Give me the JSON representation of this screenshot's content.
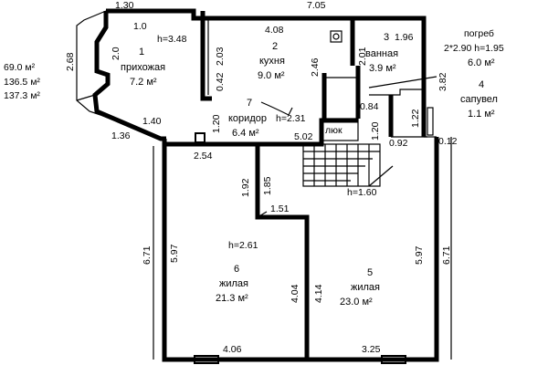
{
  "totals": [
    "69.0 м²",
    "136.5 м²",
    "137.3 м²"
  ],
  "rooms": [
    {
      "id": "1",
      "name": "прихожая",
      "area": "7.2 м²",
      "height": "h=3.48"
    },
    {
      "id": "2",
      "name": "кухня",
      "area": "9.0 м²"
    },
    {
      "id": "3",
      "name": "ванная",
      "area": "3.9 м²"
    },
    {
      "id": "погреб",
      "extra": "2*2.90 h=1.95",
      "area": "6.0 м²"
    },
    {
      "id": "4",
      "name": "сапувел",
      "area": "1.1 м²"
    },
    {
      "id": "7",
      "name": "коридор",
      "height": "h=2.31",
      "area": "6.4 м²"
    },
    {
      "id": "5",
      "name": "жилая",
      "area": "23.0 м²"
    },
    {
      "id": "6",
      "name": "жилая",
      "area": "21.3 м²",
      "height": "h=2.61"
    }
  ],
  "stair": {
    "label": "люк",
    "height": "h=1.60"
  },
  "dims": {
    "top_left": "1.30",
    "top_total": "7.05",
    "kitchen_top": "4.08",
    "bath_top": "1.96",
    "porch_outer": "2.68",
    "hall_left_a": "2.0",
    "hall_diag_top": "1.0",
    "hall_diag_bottom": "1.40",
    "porch_bottom": "1.36",
    "kitchen_left": "2.03",
    "kitchen_low": "0.42",
    "kitchen_right": "2.46",
    "bath_left": "2.01",
    "cellar_right": "3.82",
    "corr_small": "1.20",
    "corr_right": "5.02",
    "stair_left": "1.20",
    "bath_small": "0.84",
    "wc_side": "1.22",
    "wc_bottom_a": "0.92",
    "wc_bottom_b": "0.12",
    "room6_top": "2.54",
    "room6_stub_a": "1.92",
    "room6_stub_b": "1.85",
    "partition": "1.51",
    "left_outer": "6.71",
    "left_inner": "5.97",
    "part_left": "4.04",
    "part_right": "4.14",
    "right_inner": "5.97",
    "right_outer": "6.71",
    "bottom_left": "4.06",
    "bottom_right": "3.25"
  }
}
